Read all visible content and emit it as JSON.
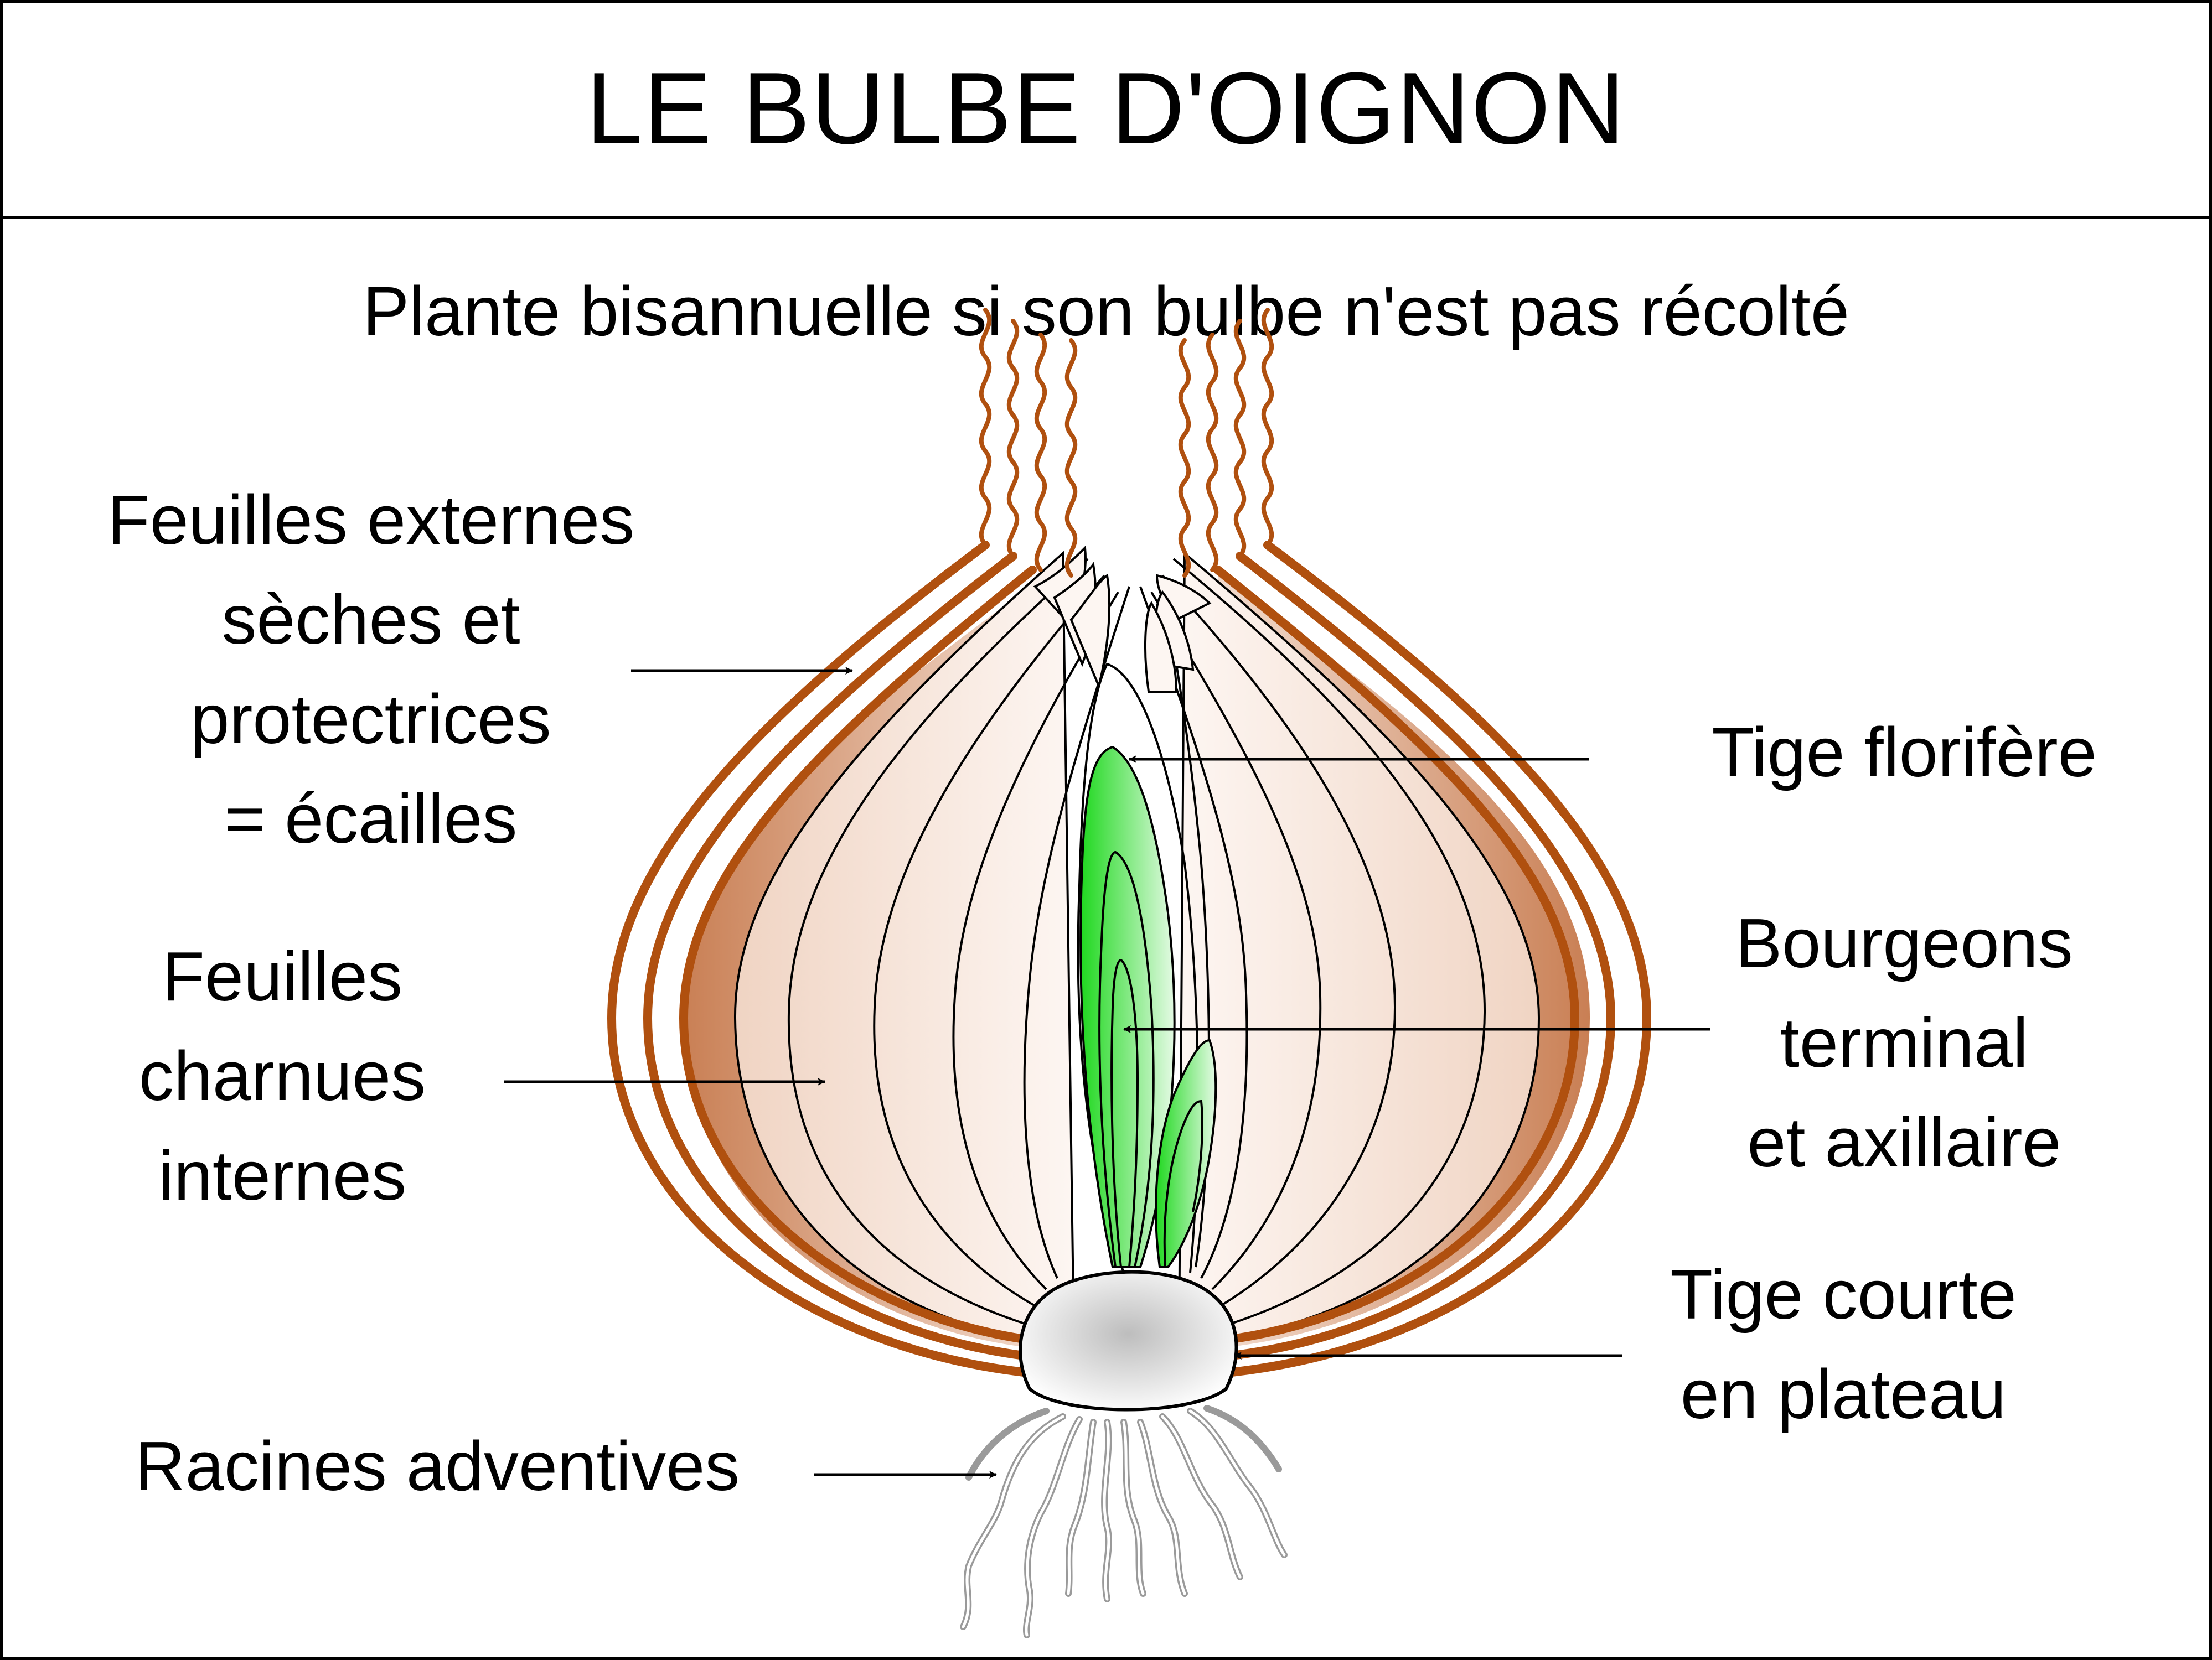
{
  "title": "LE BULBE D'OIGNON",
  "subtitle": "Plante bisannuelle si son bulbe n'est pas récolté",
  "labels": {
    "outer_leaves": [
      "Feuilles externes",
      "sèches et",
      "protectrices",
      "= écailles"
    ],
    "fleshy_leaves": [
      "Feuilles",
      "charnues",
      "internes"
    ],
    "roots": "Racines adventives",
    "flower_stem": "Tige florifère",
    "buds": [
      "Bourgeons",
      "terminal",
      "et axillaire"
    ],
    "plateau": [
      "Tige courte",
      "en plateau"
    ]
  },
  "colors": {
    "dry_scale": "#b0500f",
    "fleshy_tint": "#f3ddd0",
    "bud_green": "#22dd22",
    "plateau_gray": "#c8c8c8",
    "root_gray": "#9a9a9a"
  }
}
